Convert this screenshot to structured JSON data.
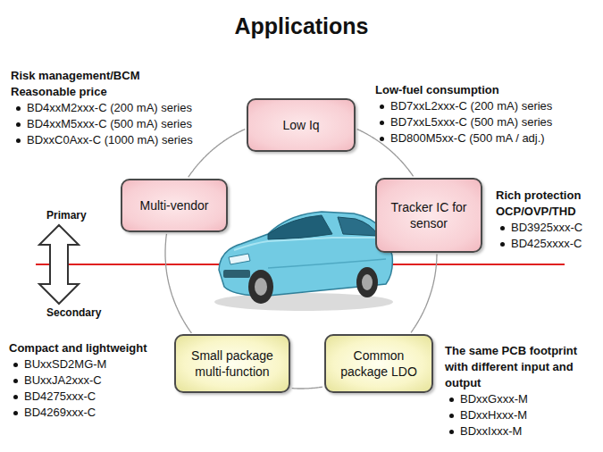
{
  "diagram": {
    "title": "Applications",
    "nodes": [
      {
        "text": [
          "Low Iq"
        ]
      },
      {
        "text": [
          "Multi-vendor"
        ]
      },
      {
        "text": [
          "Tracker IC for sensor"
        ]
      },
      {
        "text": [
          "Small package multi-function"
        ]
      },
      {
        "text": [
          "Common package LDO"
        ]
      }
    ],
    "edges": [
      {
        "from": 0,
        "to": 2,
        "arrow": "none"
      },
      {
        "from": 2,
        "to": 4,
        "arrow": "none"
      },
      {
        "from": 4,
        "to": 3,
        "arrow": "none"
      },
      {
        "from": 3,
        "to": 1,
        "arrow": "none"
      },
      {
        "from": 1,
        "to": 0,
        "arrow": "none"
      }
    ],
    "labels": [
      "Risk management/BCM",
      "Reasonable price",
      "BD4xxM2xxx-C (200 mA) series",
      "BD4xxM5xxx-C (500 mA) series",
      "BDxxC0Axx-C (1000 mA) series",
      "Low-fuel consumption",
      "BD7xxL2xxx-C (200 mA) series",
      "BD7xxL5xxx-C (500 mA) series",
      "BD800M5xx-C (500 mA / adj.)",
      "Rich protection",
      "OCP/OVP/THD",
      "BD3925xxx-C",
      "BD425xxxx-C",
      "Primary",
      "Secondary",
      "Compact and lightweight",
      "BUxxSD2MG-M",
      "BUxxJA2xxx-C",
      "BD4275xxx-C",
      "BD4269xxx-C",
      "The same PCB footprint with different input and output",
      "BDxxGxxx-M",
      "BDxxHxxx-M",
      "BDxxIxxx-M"
    ]
  }
}
